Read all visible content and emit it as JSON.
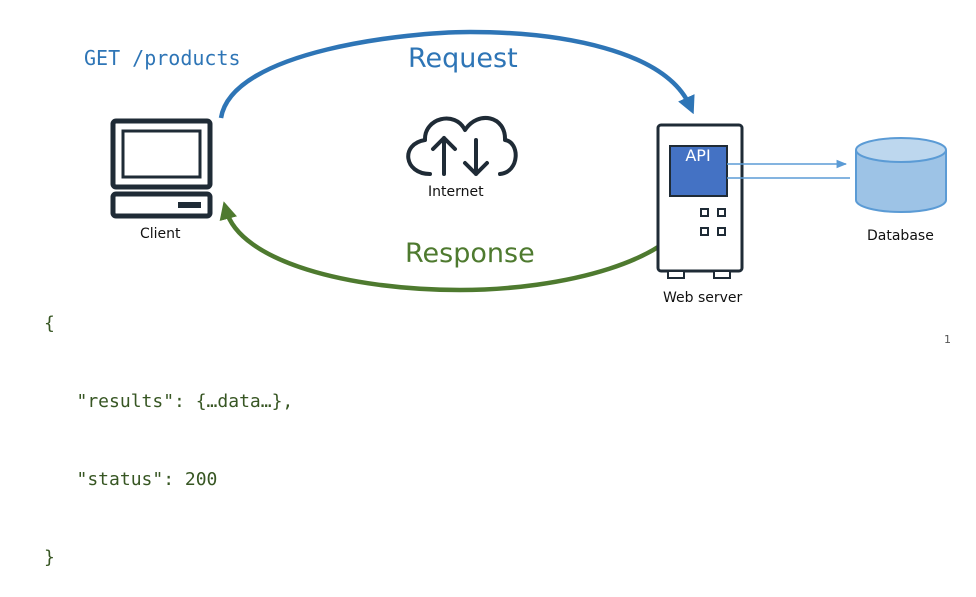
{
  "request": {
    "code": "GET /products",
    "label": "Request",
    "color": "#2e75b6"
  },
  "response": {
    "label": "Response",
    "color": "#4e7a2f",
    "json_lines": [
      "{",
      "   \"results\": {…data…},",
      "   \"status\": 200",
      "}"
    ]
  },
  "nodes": {
    "client": {
      "label": "Client",
      "icon": "computer-icon"
    },
    "internet": {
      "label": "Internet",
      "icon": "cloud-sync-icon"
    },
    "server": {
      "label": "Web server",
      "icon": "server-tower-icon",
      "api_label": "API"
    },
    "database": {
      "label": "Database",
      "icon": "database-cylinder-icon",
      "fill": "#9dc3e6",
      "stroke": "#5b9bd5"
    }
  },
  "page_number": "1"
}
